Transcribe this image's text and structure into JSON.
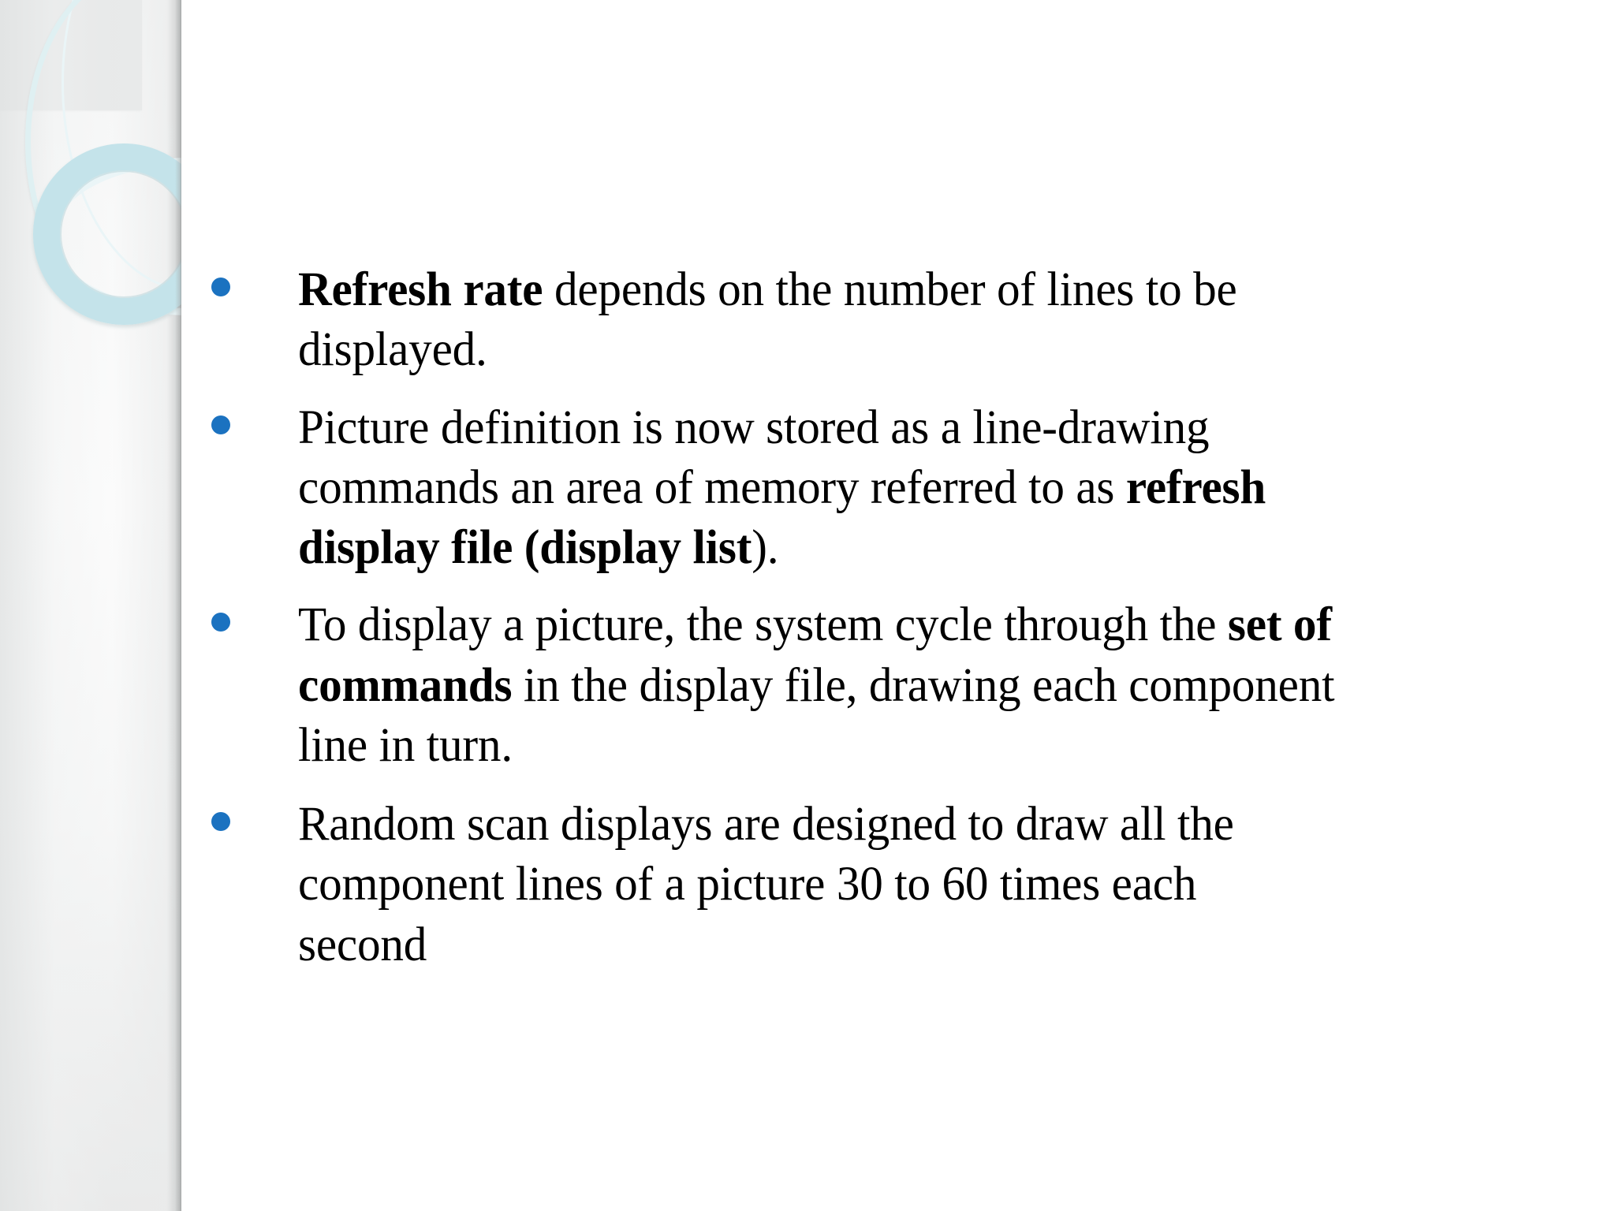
{
  "slide": {
    "background_color": "#ffffff",
    "accent_color": "#1b72c0",
    "decor_ring_color": "#c4e3ea",
    "sidebar_color": "#e3e4e4"
  },
  "bullets": [
    {
      "id": "bullet-refresh-rate",
      "segments": [
        {
          "text": "Refresh rate",
          "bold": true
        },
        {
          "text": " depends on the number of lines to be displayed.",
          "bold": false
        }
      ],
      "plain": "Refresh rate depends on the number of lines to be displayed."
    },
    {
      "id": "bullet-picture-definition",
      "segments": [
        {
          "text": "Picture definition is now stored as a line-drawing commands an area of memory referred to as ",
          "bold": false
        },
        {
          "text": "refresh display file (display list",
          "bold": true
        },
        {
          "text": ").",
          "bold": false
        }
      ],
      "plain": "Picture definition is now stored as a line-drawing commands an area of memory referred to as refresh display file (display list)."
    },
    {
      "id": "bullet-display-picture",
      "segments": [
        {
          "text": "To display a picture, the system cycle through the ",
          "bold": false
        },
        {
          "text": "set of commands",
          "bold": true
        },
        {
          "text": " in the display file, drawing each component line in turn.",
          "bold": false
        }
      ],
      "plain": "To display a picture, the system cycle through the set of commands in the display file, drawing each component line in turn."
    },
    {
      "id": "bullet-random-scan",
      "segments": [
        {
          "text": "Random scan displays are designed to  draw all the component lines of a picture 30 to 60 times each second",
          "bold": false
        }
      ],
      "plain": "Random scan displays are designed to  draw all the component lines of a picture 30 to 60 times each second"
    }
  ]
}
